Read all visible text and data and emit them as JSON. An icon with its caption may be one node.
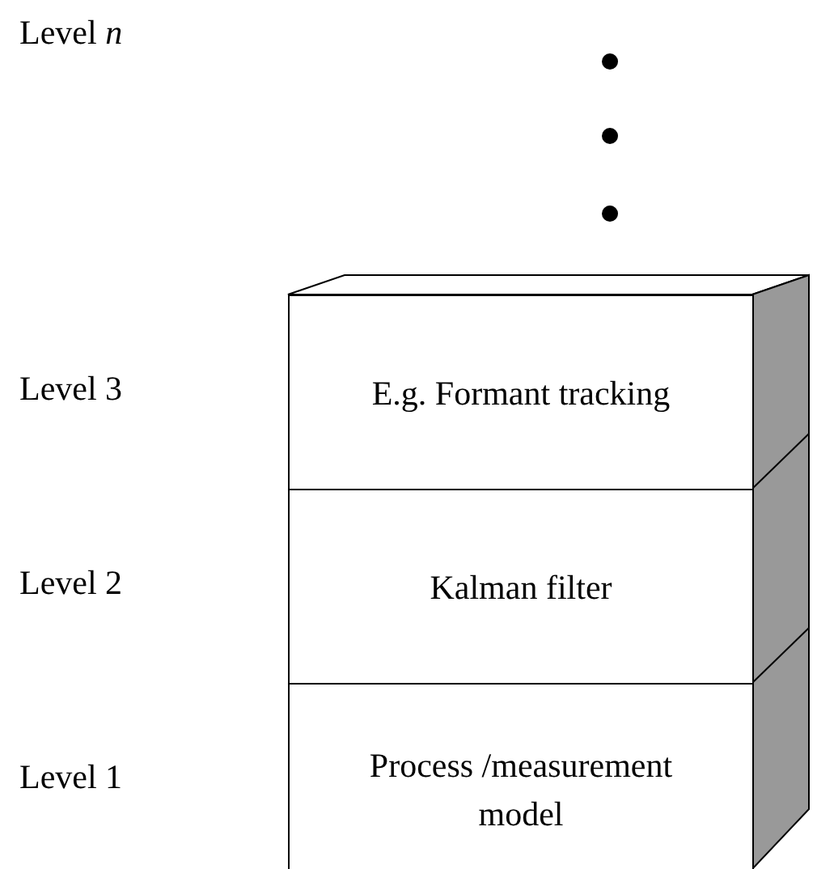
{
  "diagram": {
    "nodes": [
      {
        "text": [
          "E.g. Formant tracking"
        ]
      },
      {
        "text": [
          "Kalman filter"
        ]
      },
      {
        "text": [
          "Process /measurement model"
        ]
      }
    ],
    "labels": [
      "Level *n*",
      "Level 3",
      "Level 2",
      "Level 1"
    ]
  }
}
